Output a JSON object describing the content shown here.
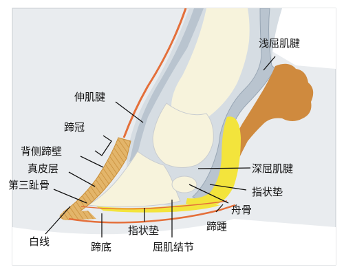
{
  "labels": {
    "superficial_flexor_tendon": "浅屈肌腱",
    "extensor_tendon": "伸肌腱",
    "coronet": "蹄冠",
    "dorsal_hoof_wall": "背侧蹄壁",
    "dermis": "真皮层",
    "third_phalanx": "第三趾骨",
    "deep_flexor_tendon": "深屈肌腱",
    "digital_cushion_right": "指状垫",
    "navicular_bone": "舟骨",
    "white_line": "白线",
    "sole": "蹄底",
    "digital_cushion_bottom": "指状垫",
    "flexor_tubercle": "屈肌结节",
    "heel": "蹄踵"
  },
  "colors": {
    "background": "#ffffff",
    "outer_frame": "#e9ecef",
    "bone": "#f7f3dc",
    "tendon": "#b9c4cf",
    "tendon_dark": "#98a6b4",
    "hoof_wall": "#e3b56a",
    "hoof_stripe": "#c98f3a",
    "cushion": "#f3e43c",
    "skin_line": "#e46f3a",
    "skin_cut": "#cf8a3e",
    "line": "#111111"
  }
}
